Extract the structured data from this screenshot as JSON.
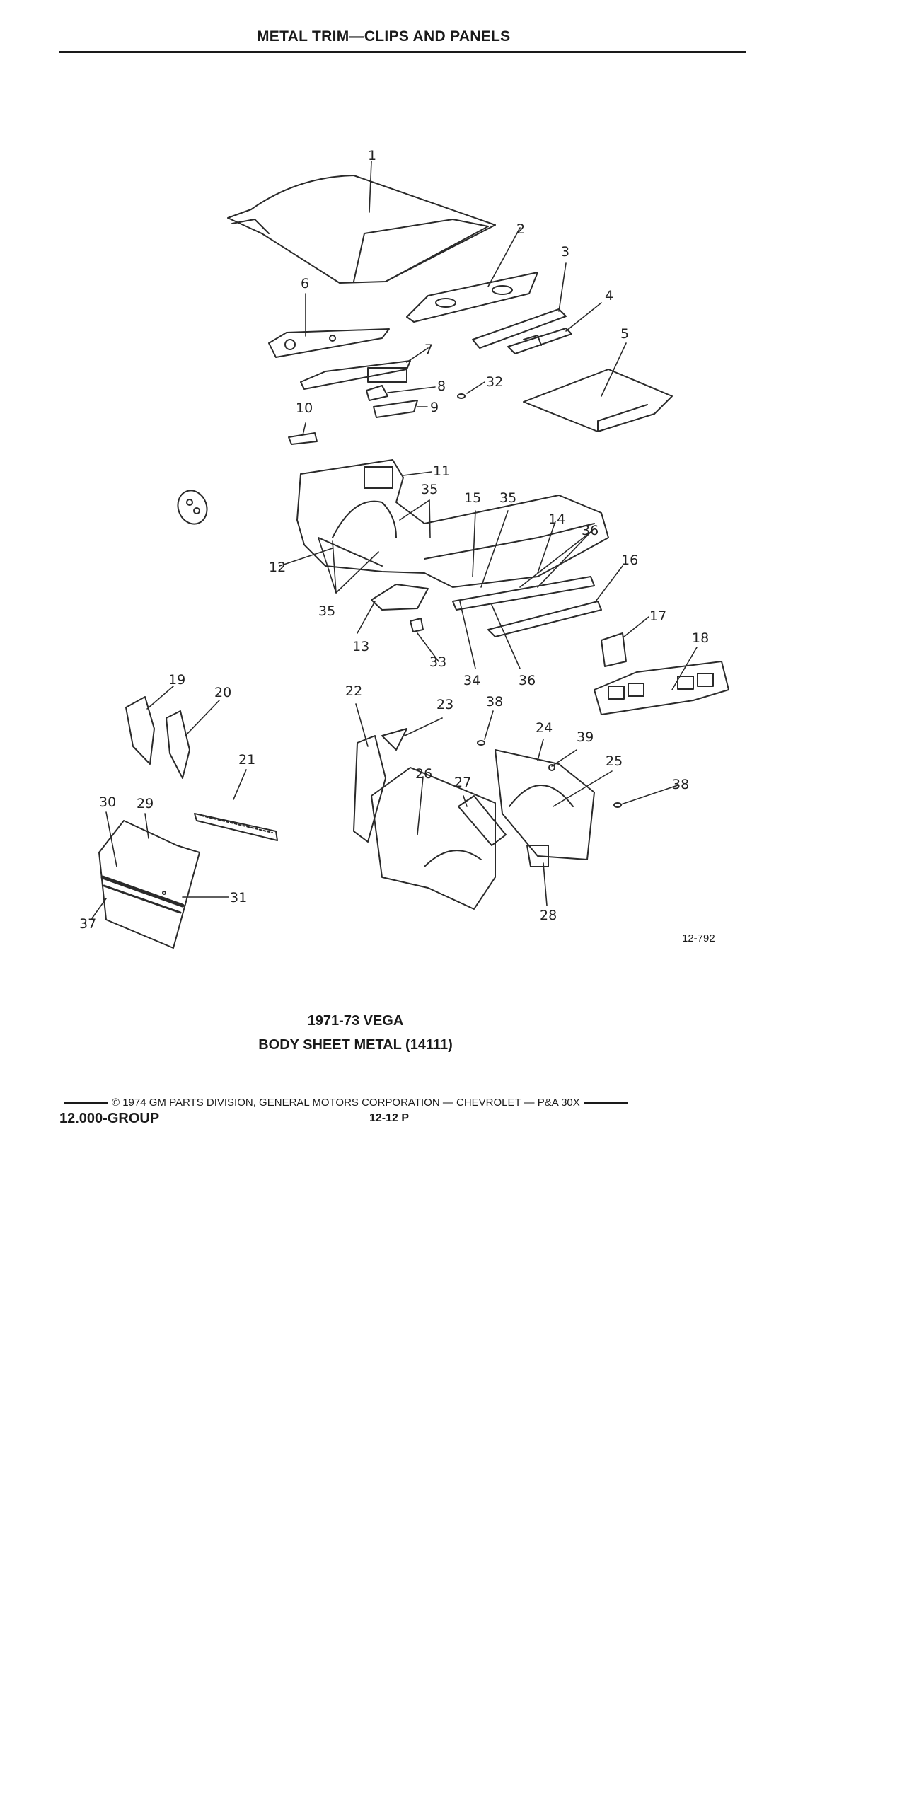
{
  "header": {
    "title": "METAL TRIM—CLIPS AND PANELS"
  },
  "diagram": {
    "callouts": [
      "1",
      "2",
      "3",
      "4",
      "5",
      "6",
      "7",
      "8",
      "32",
      "9",
      "10",
      "11",
      "35",
      "15",
      "35",
      "14",
      "36",
      "16",
      "12",
      "35",
      "13",
      "33",
      "34",
      "36",
      "17",
      "18",
      "19",
      "20",
      "22",
      "23",
      "38",
      "24",
      "39",
      "25",
      "38",
      "21",
      "30",
      "29",
      "26",
      "27",
      "31",
      "37",
      "28"
    ],
    "figure_id": "12-792"
  },
  "caption": {
    "line1": "1971-73 VEGA",
    "line2": "BODY SHEET METAL (14111)"
  },
  "footer": {
    "copyright": "© 1974 GM PARTS DIVISION, GENERAL MOTORS CORPORATION — CHEVROLET — P&A 30X",
    "group": "12.000-GROUP",
    "page": "12-12  P"
  }
}
